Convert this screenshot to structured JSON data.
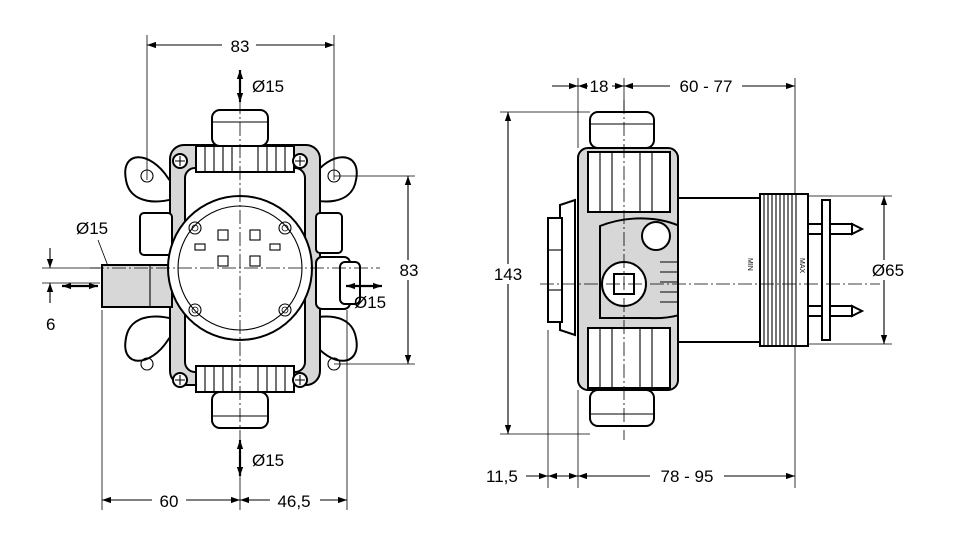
{
  "front_view": {
    "dims": {
      "top_width": "83",
      "top_inlet": "Ø15",
      "left_inlet": "Ø15",
      "left_offset": "6",
      "right_outlet": "Ø15",
      "right_height": "83",
      "bottom_outlet": "Ø15",
      "bottom_left": "60",
      "bottom_right": "46,5"
    }
  },
  "side_view": {
    "dims": {
      "top_small": "18",
      "top_range": "60 - 77",
      "height": "143",
      "diameter": "Ø65",
      "bottom_small": "11,5",
      "bottom_range": "78 - 95"
    },
    "labels": {
      "min": "MIN",
      "max": "MAX"
    }
  }
}
